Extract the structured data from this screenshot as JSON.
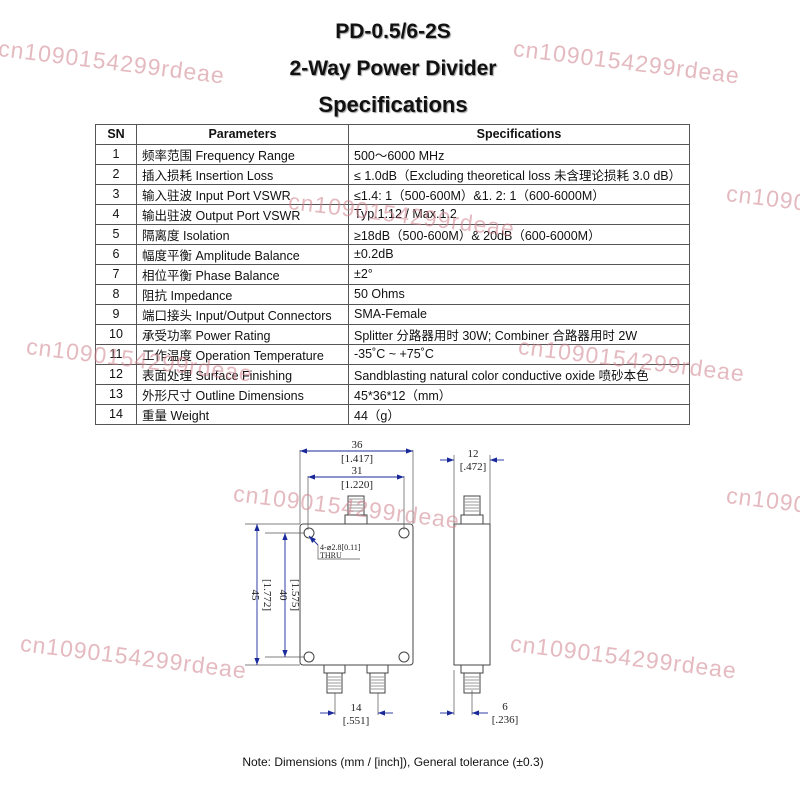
{
  "header": {
    "model": "PD-0.5/6-2S",
    "product": "2-Way Power Divider",
    "section": "Specifications"
  },
  "table": {
    "columns": [
      "SN",
      "Parameters",
      "Specifications"
    ],
    "rows": [
      {
        "sn": "1",
        "param": "频率范围 Frequency Range",
        "spec": "500～6000 MHz"
      },
      {
        "sn": "2",
        "param": "插入损耗 Insertion Loss",
        "spec": "≤ 1.0dB（Excluding theoretical loss 未含理论损耗 3.0 dB）"
      },
      {
        "sn": "3",
        "param": "输入驻波 Input Port   VSWR",
        "spec": "≤1.4: 1（500-600M）&1. 2: 1（600-6000M）"
      },
      {
        "sn": "4",
        "param": "输出驻波 Output Port VSWR",
        "spec": "Typ.1.12 / Max.1.2"
      },
      {
        "sn": "5",
        "param": "隔离度 Isolation",
        "spec": "≥18dB（500-600M）& 20dB（600-6000M）"
      },
      {
        "sn": "6",
        "param": "幅度平衡 Amplitude Balance",
        "spec": "±0.2dB"
      },
      {
        "sn": "7",
        "param": "相位平衡 Phase Balance",
        "spec": "±2°"
      },
      {
        "sn": "8",
        "param": "阻抗 Impedance",
        "spec": "50 Ohms"
      },
      {
        "sn": "9",
        "param": "端口接头 Input/Output Connectors",
        "spec": "SMA-Female"
      },
      {
        "sn": "10",
        "param": "承受功率 Power Rating",
        "spec": "Splitter 分路器用时 30W; Combiner 合路器用时 2W"
      },
      {
        "sn": "11",
        "param": "工作温度 Operation Temperature",
        "spec": "-35˚C ~ +75˚C"
      },
      {
        "sn": "12",
        "param": "表面处理 Surface Finishing",
        "spec": "Sandblasting natural color conductive oxide 喷砂本色"
      },
      {
        "sn": "13",
        "param": "外形尺寸 Outline Dimensions",
        "spec": "45*36*12（mm）"
      },
      {
        "sn": "14",
        "param": "重量 Weight",
        "spec": "44（g）"
      }
    ]
  },
  "drawing": {
    "width_mm": "36",
    "width_in": "[1.417]",
    "hole_span_mm": "31",
    "hole_span_in": "[1.220]",
    "thickness_mm": "12",
    "thickness_in": "[.472]",
    "height_mm": "45",
    "height_in": "[1.772]",
    "hole_height_mm": "40",
    "hole_height_in": "[1.575]",
    "hole_callout": "4-⌀2.8[0.11]",
    "hole_thru": "THRU",
    "port_spacing_mm": "14",
    "port_spacing_in": "[.551]",
    "port_offset_mm": "6",
    "port_offset_in": "[.236]",
    "dim_color": "#1a2a9a"
  },
  "note": "Note: Dimensions (mm / [inch]), General tolerance (±0.3)",
  "watermark": "cn1090154299rdeae"
}
